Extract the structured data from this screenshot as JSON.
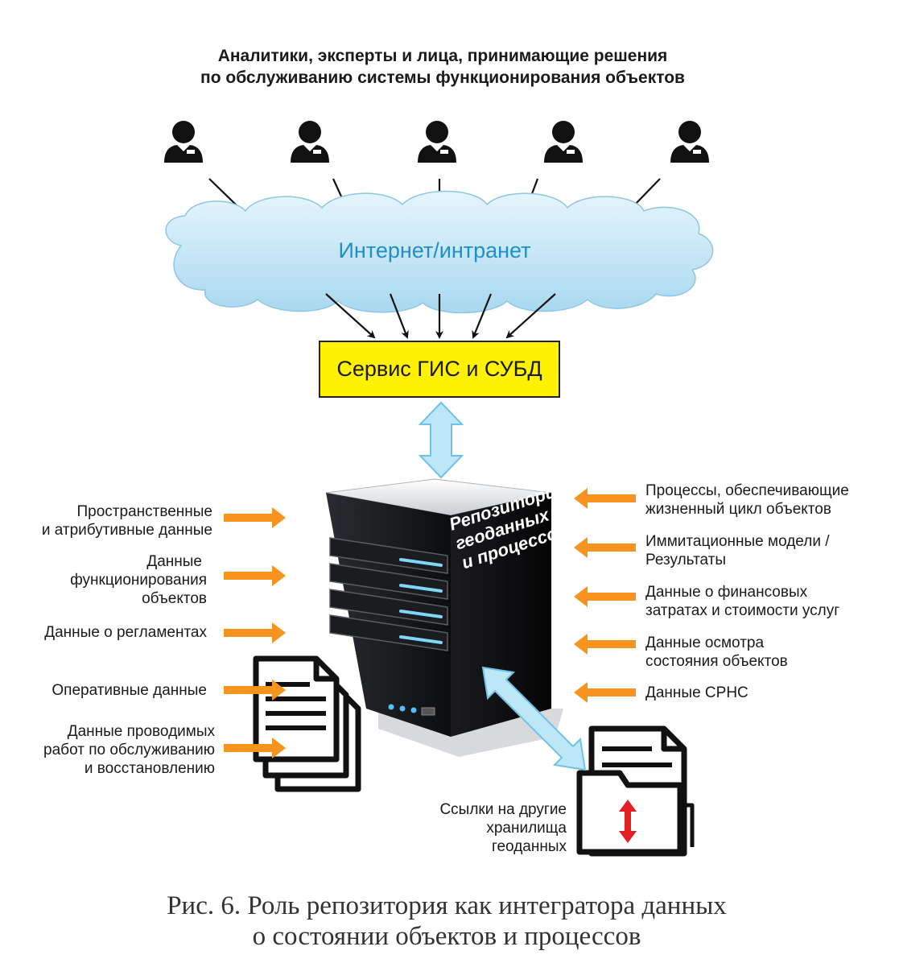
{
  "header": {
    "line1": "Аналитики, эксперты и лица, принимающие решения",
    "line2": "по обслуживанию системы функционирования объектов"
  },
  "users": [
    "user-icon",
    "user-icon",
    "user-icon",
    "user-icon",
    "user-icon"
  ],
  "cloud": {
    "label": "Интернет/интранет"
  },
  "service": {
    "label": "Сервис ГИС и СУБД"
  },
  "server": {
    "line1": "Репозиторий",
    "line2": "геоданных",
    "line3": "и процессов"
  },
  "left_inputs": [
    {
      "lines": [
        "Пространственные",
        "и атрибутивные данные"
      ]
    },
    {
      "lines": [
        "Данные",
        "функционирования",
        "объектов"
      ]
    },
    {
      "lines": [
        "Данные о регламентах"
      ]
    },
    {
      "lines": [
        "Оперативные данные"
      ]
    },
    {
      "lines": [
        "Данные проводимых",
        "работ по обслуживанию",
        "и восстановлению"
      ]
    }
  ],
  "right_inputs": [
    {
      "lines": [
        "Процессы, обеспечивающие",
        "жизненный цикл объектов"
      ]
    },
    {
      "lines": [
        "Иммитационные модели /",
        "Результаты"
      ]
    },
    {
      "lines": [
        "Данные о финансовых",
        "затратах и стоимости услуг"
      ]
    },
    {
      "lines": [
        "Данные осмотра",
        "состояния объектов"
      ]
    },
    {
      "lines": [
        "Данные СРНС"
      ]
    }
  ],
  "links": {
    "lines": [
      "Ссылки на другие",
      "хранилища",
      "геоданных"
    ]
  },
  "caption": {
    "line1": "Рис. 6. Роль репозитория как интегратора данных",
    "line2": "о состоянии объектов и процессов"
  },
  "colors": {
    "arrow_orange": "#f7941d",
    "arrow_cyan": "#a6dcf2",
    "service_yellow": "#fff200",
    "cloud_blue": "#bfe3f5",
    "cloud_text": "#1f8fc6",
    "link_arrow_red": "#e31e24"
  },
  "icons": {
    "user": "user-icon",
    "documents": "document-stack-icon",
    "folder": "folder-icon",
    "server": "server-icon"
  }
}
